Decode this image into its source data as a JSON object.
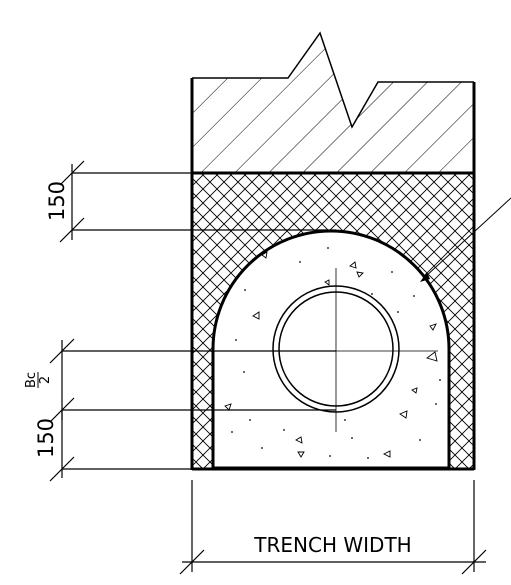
{
  "diagram": {
    "title": "",
    "dimensions": {
      "top_cover": "150",
      "half_pipe_numerator": "Bc",
      "half_pipe_denominator": "2",
      "bedding": "150",
      "trench_width": "TRENCH WIDTH"
    },
    "regions": [
      "existing-soil-hatch",
      "backfill-cross-hatch",
      "concrete-surround",
      "pipe"
    ],
    "colors": {
      "line": "#000000",
      "background": "#ffffff"
    }
  }
}
